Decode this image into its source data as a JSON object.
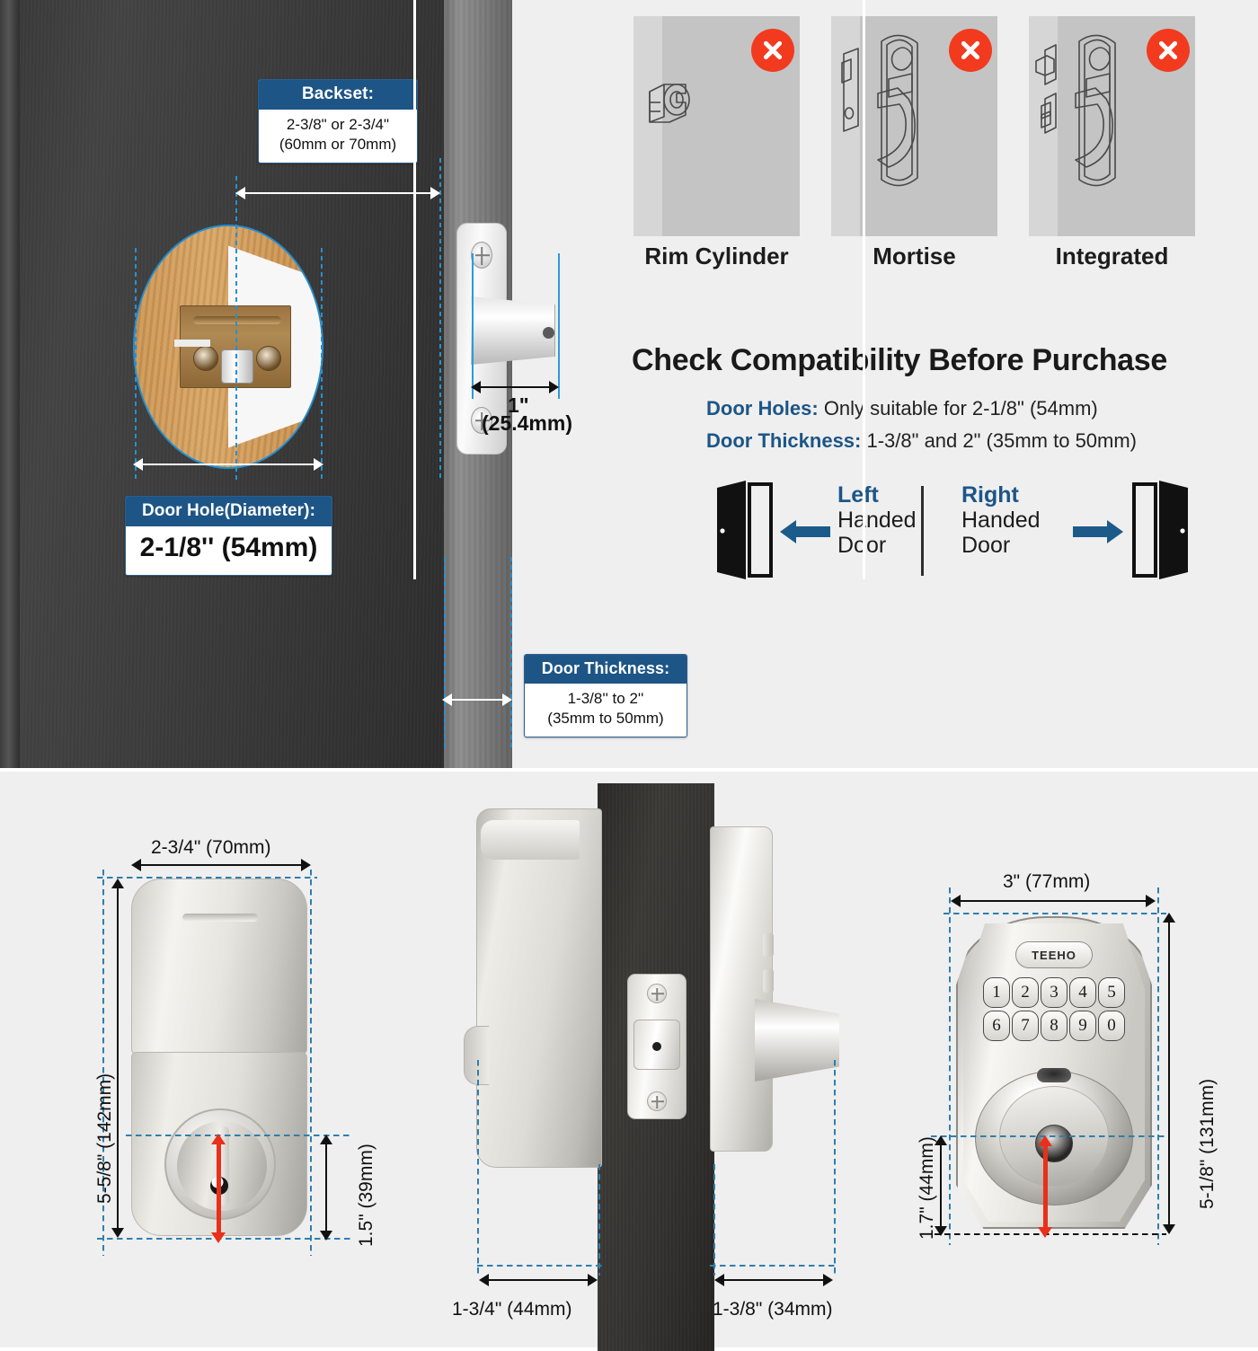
{
  "top": {
    "callouts": {
      "backset": {
        "title": "Backset:",
        "line1": "2-3/8\" or 2-3/4\"",
        "line2": "(60mm or 70mm)"
      },
      "door_hole": {
        "title": "Door Hole(Diameter):",
        "value": "2-1/8'' (54mm)"
      },
      "door_thickness": {
        "title": "Door Thickness:",
        "line1": "1-3/8'' to 2''",
        "line2": "(35mm to 50mm)"
      }
    },
    "bolt_dimension": {
      "inches": "1\"",
      "mm": "(25.4mm)"
    },
    "incompatible": {
      "badge_icon": "x-mark-icon",
      "items": [
        {
          "label": "Rim Cylinder",
          "icon": "rim-cylinder-icon"
        },
        {
          "label": "Mortise",
          "icon": "mortise-lock-icon"
        },
        {
          "label": "Integrated",
          "icon": "integrated-lock-icon"
        }
      ]
    },
    "compatibility": {
      "title": "Check Compatibility Before Purchase",
      "rows": [
        {
          "label": "Door Holes:",
          "value": "Only suitable for 2-1/8\" (54mm)"
        },
        {
          "label": "Door Thickness:",
          "value": "1-3/8\" and 2\" (35mm to 50mm)"
        }
      ],
      "accent": "#1d5586"
    },
    "handing": {
      "left": {
        "top": "Left",
        "mid": "Handed",
        "bot": "Door",
        "icon": "door-open-left-icon",
        "arrow": "arrow-left-icon"
      },
      "right": {
        "top": "Right",
        "mid": "Handed",
        "bot": "Door",
        "icon": "door-open-right-icon",
        "arrow": "arrow-right-icon"
      }
    }
  },
  "bottom": {
    "front_view": {
      "width_label": "2-3/4\" (70mm)",
      "height_label": "5-5/8\" (142mm)",
      "turn_label": "1.5\" (39mm)"
    },
    "side_view": {
      "inside_label": "1-3/4\" (44mm)",
      "outside_label": "1-3/8\" (34mm)"
    },
    "keypad_view": {
      "width_label": "3\" (77mm)",
      "height_label": "5-1/8\" (131mm)",
      "key_center_label": "1.7\" (44mm)",
      "brand": "TEEHO",
      "keys_row1": [
        "1",
        "2",
        "3",
        "4",
        "5"
      ],
      "keys_row2": [
        "6",
        "7",
        "8",
        "9",
        "0"
      ]
    }
  },
  "colors": {
    "header_blue": "#1d5586",
    "accent_blue": "#2e9ada",
    "badge_red": "#f23a1e",
    "arrow_red": "#e8301a",
    "dim_blue": "#2f7fae"
  }
}
